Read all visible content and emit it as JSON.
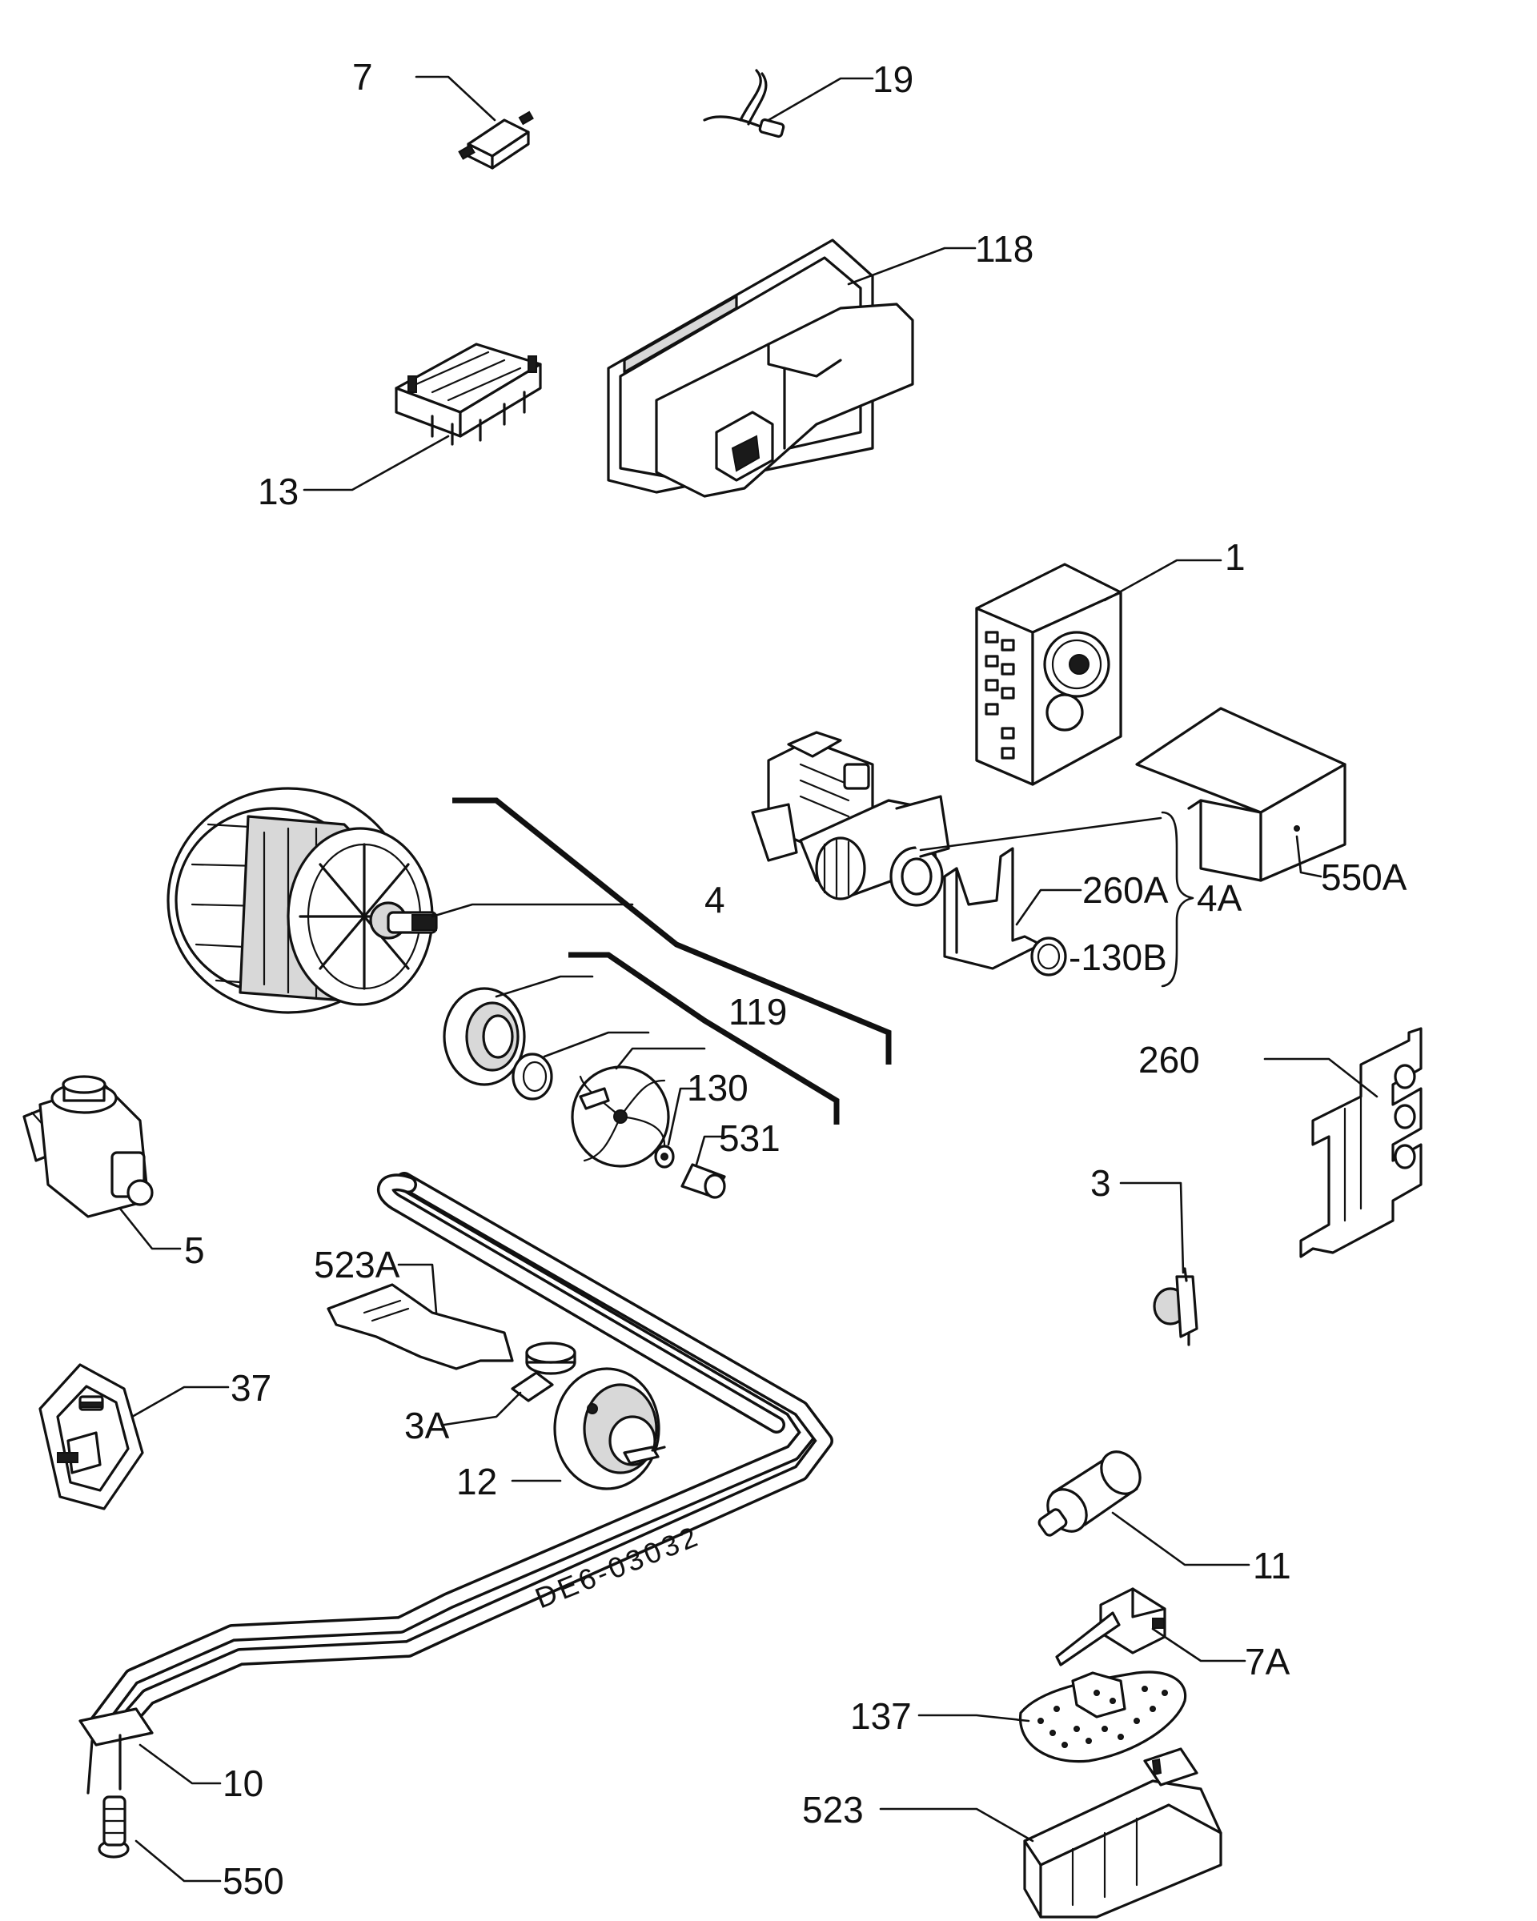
{
  "diagram": {
    "labels": {
      "p7": "7",
      "p19": "19",
      "p118": "118",
      "p13": "13",
      "p1": "1",
      "p4": "4",
      "p260A": "260A",
      "p4A": "4A",
      "p550A": "550A",
      "p130B": "-130B",
      "p119": "119",
      "p130": "130",
      "p531": "531",
      "p260": "260",
      "p5": "5",
      "p3": "3",
      "p523A": "523A",
      "p37": "37",
      "p3A": "3A",
      "p12": "12",
      "p11": "11",
      "p7A": "7A",
      "p137": "137",
      "p523": "523",
      "p10": "10",
      "p550": "550"
    },
    "drawing_code": "DE6-03032"
  }
}
